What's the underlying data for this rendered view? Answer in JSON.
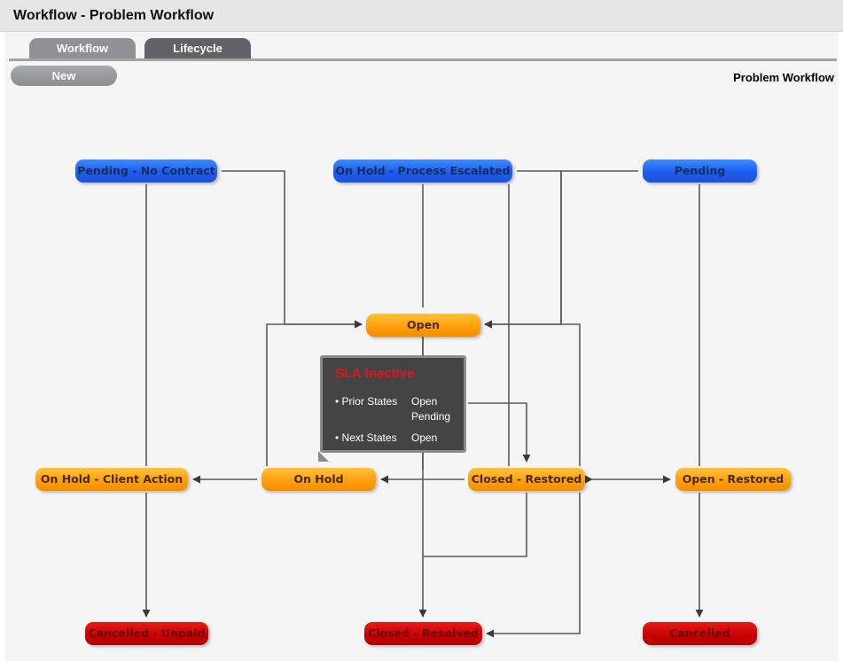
{
  "window": {
    "title": "Workflow - Problem Workflow"
  },
  "tabs": [
    {
      "label": "Workflow",
      "active": true
    },
    {
      "label": "Lifecycle",
      "active": false
    }
  ],
  "toolbar": {
    "new_label": "New"
  },
  "workflow": {
    "name": "Problem Workflow"
  },
  "states": {
    "pending_no_contract": "Pending - No Contract",
    "on_hold_process_escalated": "On Hold - Process Escalated",
    "pending": "Pending",
    "open": "Open",
    "on_hold_client_action": "On Hold - Client Action",
    "on_hold": "On Hold",
    "closed_restored": "Closed - Restored",
    "open_restored": "Open - Restored",
    "cancelled_unpaid": "Cancelled - Unpaid",
    "closed_resolved": "Closed - Resolved",
    "cancelled": "Cancelled"
  },
  "tooltip": {
    "title": "SLA Inactive",
    "prior_label": "• Prior States",
    "prior_values": [
      "Open",
      "Pending"
    ],
    "next_label": "• Next States",
    "next_values": [
      "Open"
    ]
  },
  "colors": {
    "active_state": "#1a5cf0",
    "open_state": "#ff9d0a",
    "closed_state": "#c80000",
    "sla_inactive_title": "#e0161c"
  }
}
